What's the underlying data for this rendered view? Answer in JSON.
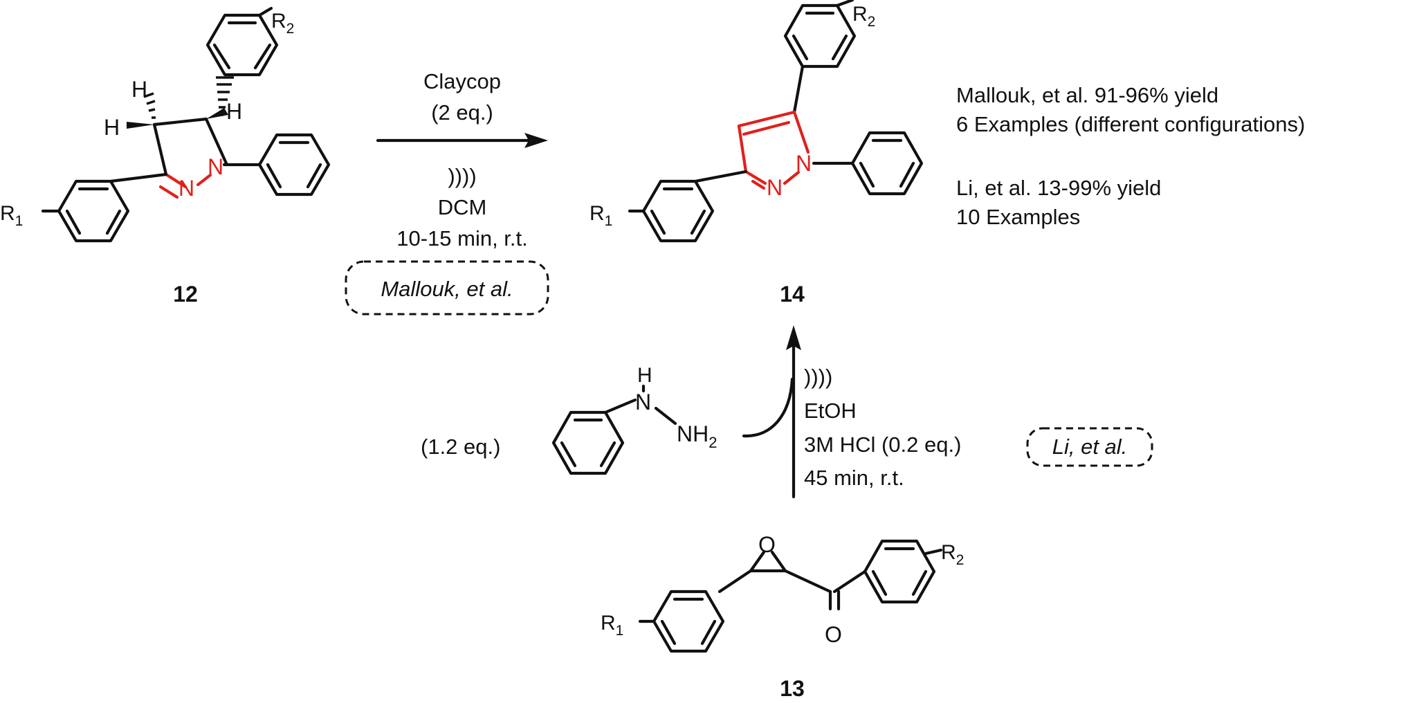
{
  "reaction_top": {
    "reagent": "Claycop",
    "reagent_eq": "(2 eq.)",
    "ultrasound": "))))",
    "solvent": "DCM",
    "conditions": "10-15 min, r.t.",
    "reference": "Mallouk, et al."
  },
  "reaction_bottom": {
    "ultrasound": "))))",
    "solvent": "EtOH",
    "acid": "3M HCl (0.2 eq.)",
    "conditions": "45 min, r.t.",
    "reference": "Li, et al.",
    "hydrazine_eq": "(1.2 eq.)"
  },
  "compounds": {
    "pyrazoline": {
      "id": "12"
    },
    "pyrazole": {
      "id": "14"
    },
    "epoxide": {
      "id": "13"
    }
  },
  "atoms": {
    "H": "H",
    "N": "N",
    "O": "O",
    "NH": "NH",
    "sub2": "2",
    "R": "R",
    "sub_1": "1",
    "sub_2": "2"
  },
  "results": {
    "mallouk_line1": "Mallouk, et al. 91-96% yield",
    "mallouk_line2": "6 Examples (different configurations)",
    "li_line1": "Li, et al. 13-99% yield",
    "li_line2": "10 Examples"
  },
  "colors": {
    "heterocycle_highlight": "#e0201b",
    "ink": "#111111"
  }
}
